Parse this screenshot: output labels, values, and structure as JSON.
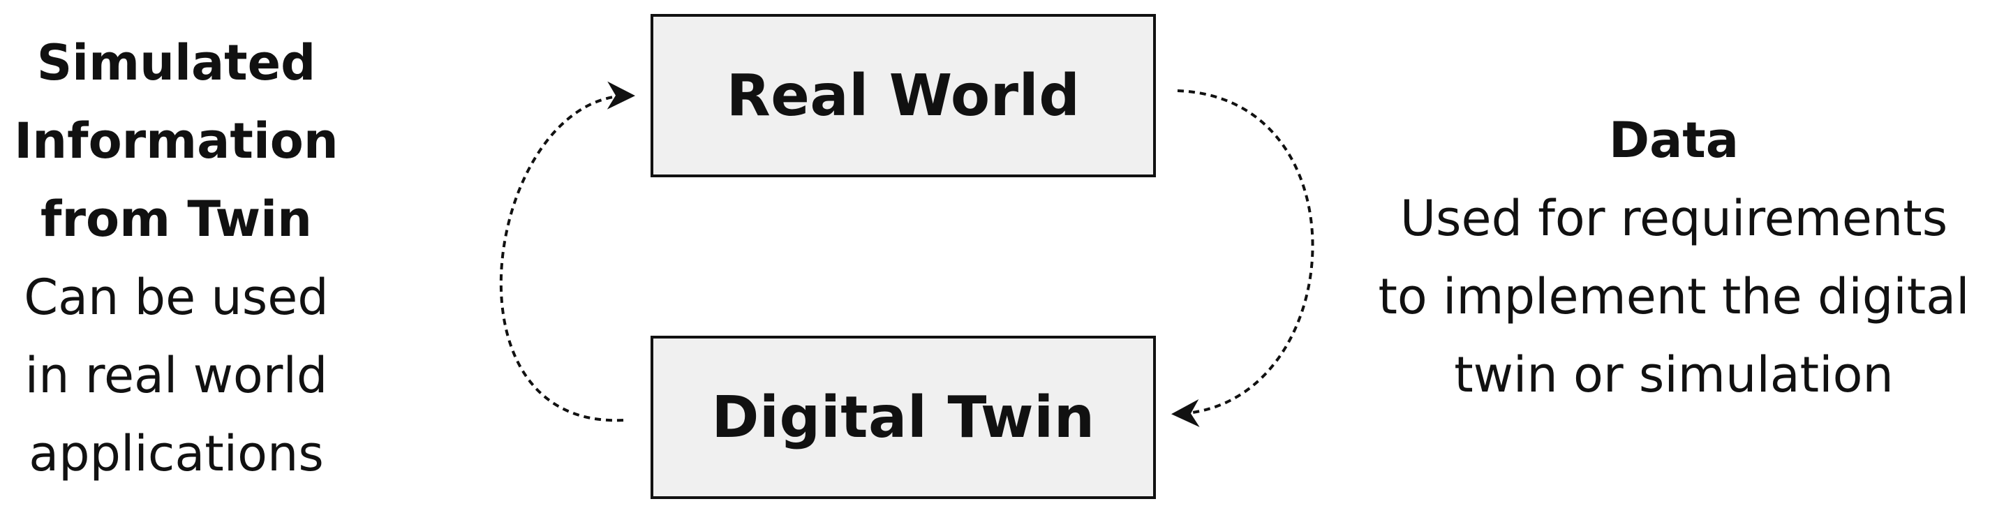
{
  "boxes": {
    "real_world": "Real World",
    "digital_twin": "Digital Twin"
  },
  "left_annotation": {
    "heading_lines": [
      "Simulated",
      "Information",
      "from Twin"
    ],
    "body_lines": [
      "Can be used",
      "in real world",
      "applications"
    ]
  },
  "right_annotation": {
    "heading_lines": [
      "Data"
    ],
    "body_lines": [
      "Used for requirements",
      "to implement the digital",
      "twin or simulation"
    ]
  },
  "colors": {
    "box_fill": "#f0f0f0",
    "stroke": "#111111"
  }
}
